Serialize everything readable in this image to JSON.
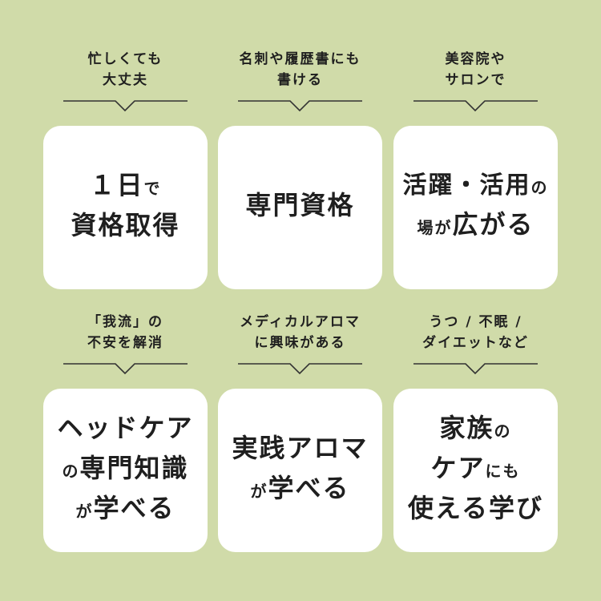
{
  "tiles": [
    {
      "caption": [
        "忙しくても",
        "大丈夫"
      ],
      "card": [
        [
          {
            "t": "１日",
            "s": "big"
          },
          {
            "t": "で",
            "s": "small"
          }
        ],
        [
          {
            "t": "資格取得",
            "s": "big"
          }
        ]
      ]
    },
    {
      "caption": [
        "名刺や履歴書にも",
        "書ける"
      ],
      "card": [
        [
          {
            "t": "専門資格",
            "s": "big"
          }
        ]
      ]
    },
    {
      "caption": [
        "美容院や",
        "サロンで"
      ],
      "card": [
        [
          {
            "t": "活躍・活用",
            "s": "mid"
          },
          {
            "t": "の",
            "s": "small"
          }
        ],
        [
          {
            "t": "場が",
            "s": "small"
          },
          {
            "t": "広がる",
            "s": "big"
          }
        ]
      ]
    },
    {
      "caption": [
        "「我流」の",
        "不安を解消"
      ],
      "card": [
        [
          {
            "t": "ヘッドケア",
            "s": "big"
          }
        ],
        [
          {
            "t": "の",
            "s": "small"
          },
          {
            "t": "専門知識",
            "s": "big"
          }
        ],
        [
          {
            "t": "が",
            "s": "small"
          },
          {
            "t": "学べる",
            "s": "big"
          }
        ]
      ]
    },
    {
      "caption": [
        "メディカルアロマ",
        "に興味がある"
      ],
      "card": [
        [
          {
            "t": "実践アロマ",
            "s": "big"
          }
        ],
        [
          {
            "t": "が",
            "s": "small"
          },
          {
            "t": "学べる",
            "s": "big"
          }
        ]
      ]
    },
    {
      "caption": [
        "うつ / 不眠 /",
        "ダイエットなど"
      ],
      "card": [
        [
          {
            "t": "家族",
            "s": "big"
          },
          {
            "t": "の",
            "s": "small"
          }
        ],
        [
          {
            "t": "ケア",
            "s": "big"
          },
          {
            "t": "にも",
            "s": "small"
          }
        ],
        [
          {
            "t": "使える学び",
            "s": "big"
          }
        ]
      ]
    }
  ]
}
